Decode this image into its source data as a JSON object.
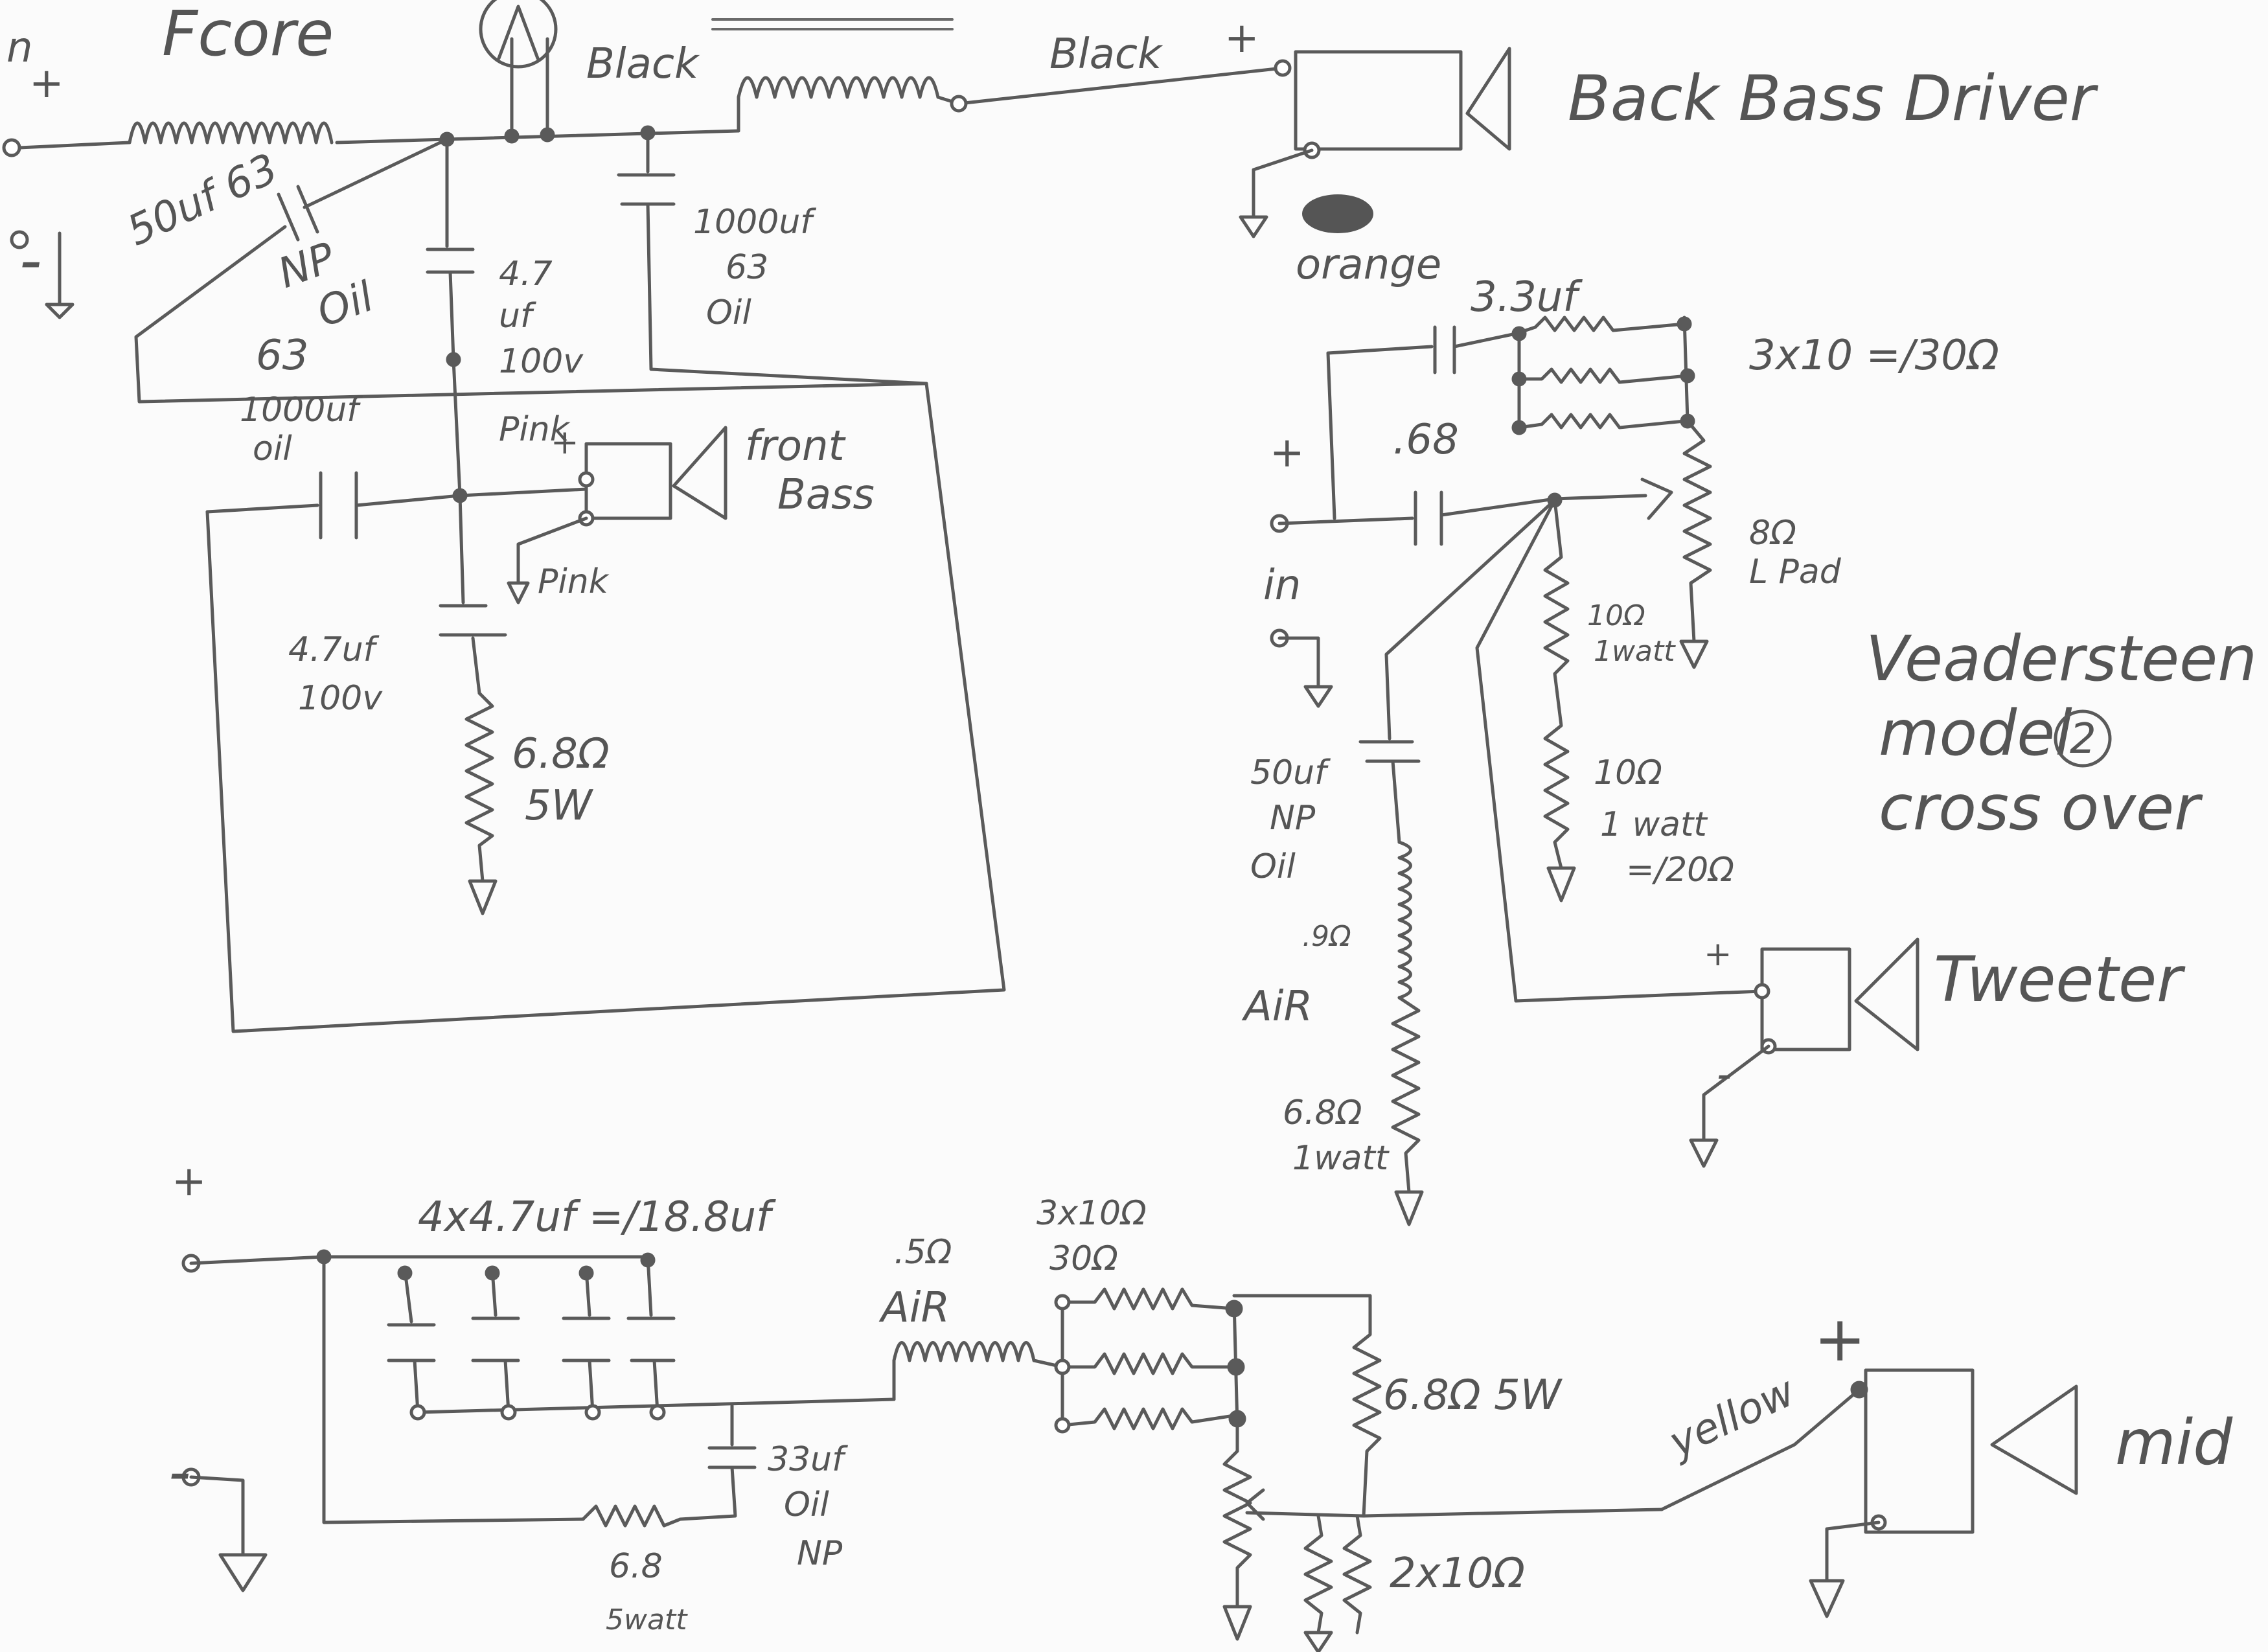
{
  "diagram": {
    "title_lines": [
      "Veadersteen",
      "model",
      "cross over"
    ],
    "model_number": "2",
    "bass_section": {
      "input_plus": "+",
      "input_minus": "-",
      "input_corner_mark": "n",
      "fcore_label": "Fcore",
      "cap_50uf": [
        "50uf 63",
        "NP",
        "Oil"
      ],
      "cap_50uf_voltage": "63",
      "cap_1000uf_bottom": [
        "1000uf",
        "oil"
      ],
      "cap_4_7uf_top": [
        "4.7",
        "uf",
        "100v"
      ],
      "wire_black_1": "Black",
      "wire_black_2": "Black",
      "cap_1000uf_right": [
        "1000uf",
        "63",
        "Oil"
      ],
      "back_bass_driver": "Back Bass Driver",
      "back_bass_plus": "+",
      "orange": "orange",
      "pink_plus": "Pink",
      "pink_minus": "Pink",
      "front_bass": [
        "front",
        "Bass"
      ],
      "cap_4_7uf_bottom": [
        "4.7uf",
        "100v"
      ],
      "res_6_8": [
        "6.8Ω",
        "5W"
      ],
      "plus_mark": "+"
    },
    "tweeter_section": {
      "cap_3_3uf": "3.3uf",
      "res_3x10": "3x10 =/30Ω",
      "cap_068": ".68",
      "in_plus": "+",
      "in_label": "in",
      "lpad": [
        "8Ω",
        "L Pad"
      ],
      "res_10_a": [
        "10Ω",
        "1watt"
      ],
      "res_10_b": [
        "10Ω",
        "1 watt",
        "=/20Ω"
      ],
      "cap_50uf": [
        "50uf",
        "NP",
        "Oil"
      ],
      "coil_09": [
        ".9Ω",
        "AiR"
      ],
      "res_6_8": [
        "6.8Ω",
        "1watt"
      ],
      "tweeter": "Tweeter",
      "tweeter_plus": "+",
      "tweeter_minus": "-"
    },
    "mid_section": {
      "plus": "+",
      "minus": "-",
      "caps_4x": "4x4.7uf =/18.8uf",
      "coil_05": [
        ".5Ω",
        "AiR"
      ],
      "res_3x10": [
        "3x10Ω",
        "30Ω"
      ],
      "cap_33uf": [
        "33uf",
        "Oil",
        "NP"
      ],
      "res_6_8_5w": [
        "6.8",
        "5watt"
      ],
      "res_6_8_right": "6.8Ω 5W",
      "res_2x10": "2x10Ω",
      "yellow": "yellow",
      "mid_plus": "+",
      "mid": "mid"
    }
  }
}
